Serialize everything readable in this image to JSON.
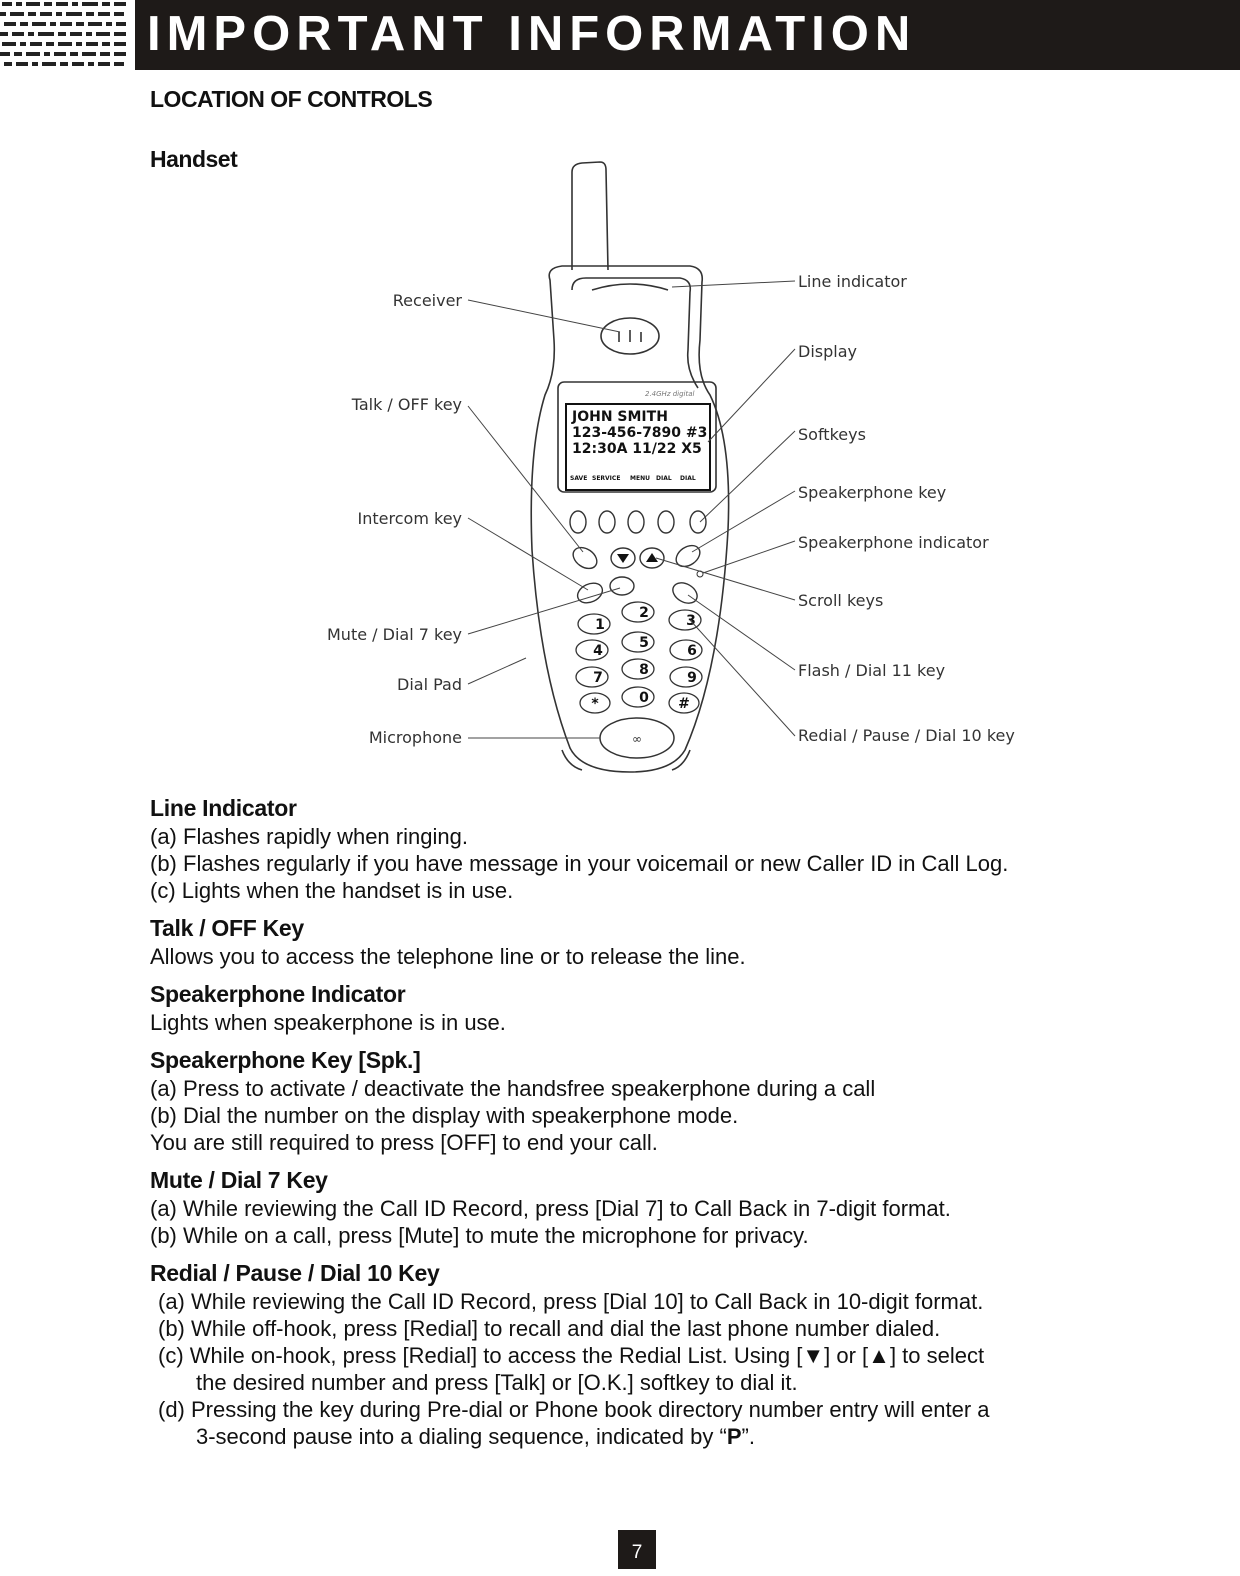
{
  "header": {
    "title": "IMPORTANT INFORMATION"
  },
  "section_title": "LOCATION OF CONTROLS",
  "subsection_title": "Handset",
  "diagram": {
    "labels_left": [
      "Receiver",
      "Talk / OFF key",
      "Intercom key",
      "Mute / Dial 7 key",
      "Dial Pad",
      "Microphone"
    ],
    "labels_right": [
      "Line indicator",
      "Display",
      "Softkeys",
      "Speakerphone key",
      "Speakerphone indicator",
      "Scroll keys",
      "Flash / Dial 11 key",
      "Redial / Pause / Dial 10 key"
    ],
    "screen_lines": [
      "JOHN SMITH",
      "123-456-7890 #3",
      "12:30A 11/22 X5"
    ],
    "softkey_labels": [
      "SAVE",
      "SERVICE",
      "MENU",
      "DIAL",
      "DIAL"
    ],
    "keypad": [
      "1",
      "2",
      "3",
      "4",
      "5",
      "6",
      "7",
      "8",
      "9",
      "*",
      "0",
      "#"
    ]
  },
  "sections": [
    {
      "title": "Line Indicator",
      "lines": [
        "(a) Flashes rapidly when ringing.",
        "(b) Flashes regularly if you have message in your voicemail or new Caller ID in Call Log.",
        "(c) Lights when the handset is in use."
      ]
    },
    {
      "title": "Talk / OFF Key",
      "lines": [
        "Allows you to access the telephone line or to release the line."
      ]
    },
    {
      "title": "Speakerphone Indicator",
      "lines": [
        "Lights when speakerphone is in use."
      ]
    },
    {
      "title": "Speakerphone Key [Spk.]",
      "lines": [
        "(a) Press to activate / deactivate the handsfree speakerphone during a call",
        "(b) Dial the number on the display with speakerphone mode.",
        "You are still required to press [OFF] to end your call."
      ]
    },
    {
      "title": "Mute / Dial 7 Key",
      "lines": [
        "(a) While reviewing the Call ID Record, press [Dial 7] to Call Back in 7-digit format.",
        "(b) While on a call, press [Mute] to mute the microphone for privacy."
      ]
    }
  ],
  "redial_section": {
    "title": "Redial / Pause / Dial 10 Key",
    "a": "(a) While reviewing the Call ID Record, press [Dial 10] to Call Back in 10-digit format.",
    "b": "(b) While off-hook, press [Redial] to recall and dial the last phone number dialed.",
    "c": "(c) While on-hook, press [Redial] to access the Redial List.   Using [▼] or [▲] to select",
    "c2": "the desired number and press [Talk] or [O.K.] softkey to dial it.",
    "d": "(d) Pressing the key during Pre-dial or Phone book directory number entry will enter a",
    "d2_prefix": "3-second pause into a dialing sequence, indicated by “",
    "d2_bold": "P",
    "d2_suffix": "”."
  },
  "page_number": "7"
}
